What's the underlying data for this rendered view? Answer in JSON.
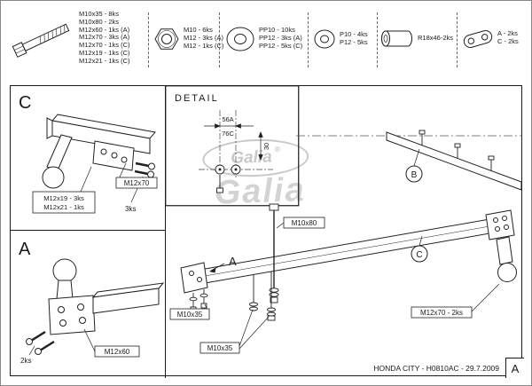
{
  "page": {
    "footer": "HONDA CITY - H0810AC - 29.7.2009",
    "corner_letter": "A"
  },
  "legend": {
    "groups": [
      {
        "icon": "bolt-icon",
        "lines": [
          "M10x35 - 8ks",
          "M10x80 - 2ks",
          "M12x60 - 1ks (A)",
          "M12x70 - 3ks (A)",
          "M12x70 - 1ks (C)",
          "M12x19 - 1ks (C)",
          "M12x21 - 1ks (C)"
        ]
      },
      {
        "icon": "nut-icon",
        "lines": [
          "M10 - 6ks",
          "M12 - 3ks (A)",
          "M12 - 1ks (C)"
        ]
      },
      {
        "icon": "washer-large-icon",
        "lines": [
          "PP10 - 10ks",
          "PP12 - 3ks (A)",
          "PP12 - 5ks (C)"
        ]
      },
      {
        "icon": "washer-small-icon",
        "lines": [
          "P10 - 4ks",
          "P12 - 5ks"
        ]
      },
      {
        "icon": "bushing-icon",
        "lines": [
          "R18x46-2ks"
        ]
      },
      {
        "icon": "plate-icon",
        "lines": [
          "A - 2ks",
          "C - 2ks"
        ]
      }
    ]
  },
  "section_c": {
    "letter": "C",
    "callout_bolt": "M12x70",
    "callout_box_line1": "M12x19 - 3ks",
    "callout_box_line2": "M12x21 - 1ks",
    "callout_qty": "3ks"
  },
  "section_a": {
    "letter": "A",
    "callout_qty": "2ks",
    "callout_bolt": "M12x60"
  },
  "detail": {
    "title": "DETAIL",
    "dim_a": "56A",
    "dim_c": "76C",
    "dim_height": "30"
  },
  "main": {
    "label_b": "B",
    "label_c": "C",
    "label_a": "A",
    "callout_m10x80": "M10x80",
    "callout_m10x35_left": "M10x35",
    "callout_m10x35_bottom": "M10x35",
    "callout_m12x70": "M12x70 - 2ks"
  },
  "watermark": {
    "brand": "Galia",
    "registered": "®"
  }
}
